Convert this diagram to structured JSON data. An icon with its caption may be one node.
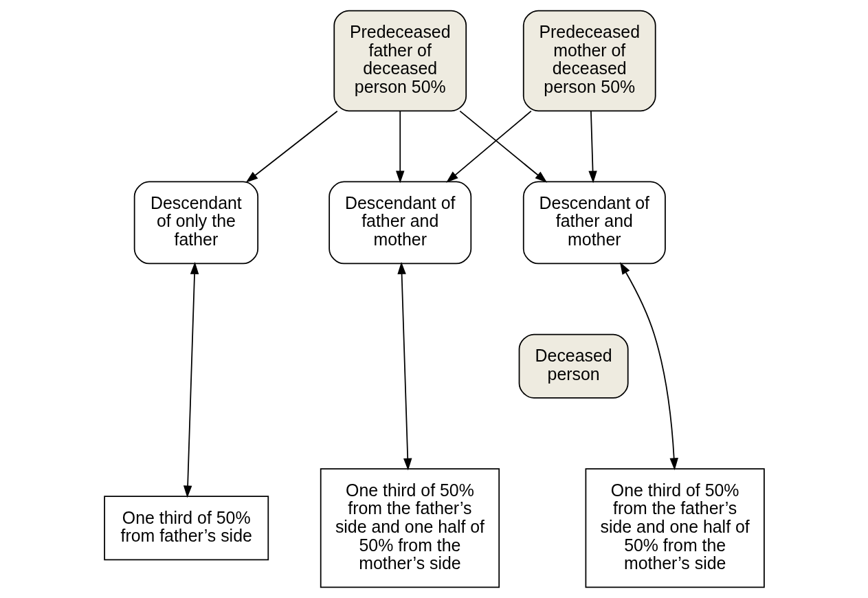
{
  "diagram": {
    "nodes": [
      {
        "text": [
          "Predeceased father of deceased person 50%"
        ]
      },
      {
        "text": [
          "Predeceased mother of deceased person 50%"
        ]
      },
      {
        "text": [
          "Descendant of only the father"
        ]
      },
      {
        "text": [
          "Descendant of father and mother"
        ]
      },
      {
        "text": [
          "Descendant of father and mother"
        ]
      },
      {
        "text": [
          "Deceased person"
        ]
      },
      {
        "text": [
          "One third of 50% from father’s side"
        ]
      },
      {
        "text": [
          "One third of 50% from the father’s side and one half of 50% from the mother’s side"
        ]
      },
      {
        "text": [
          "One third of 50% from the father’s side and one half of 50% from the mother’s side"
        ]
      }
    ],
    "edges": [
      {
        "from": 0,
        "to": 2,
        "arrow": "to"
      },
      {
        "from": 0,
        "to": 3,
        "arrow": "to"
      },
      {
        "from": 1,
        "to": 3,
        "arrow": "to"
      },
      {
        "from": 0,
        "to": 4,
        "arrow": "to"
      },
      {
        "from": 1,
        "to": 4,
        "arrow": "to"
      },
      {
        "from": 2,
        "to": 6,
        "arrow": "both"
      },
      {
        "from": 3,
        "to": 7,
        "arrow": "both"
      },
      {
        "from": 4,
        "to": 8,
        "arrow": "both"
      }
    ]
  }
}
